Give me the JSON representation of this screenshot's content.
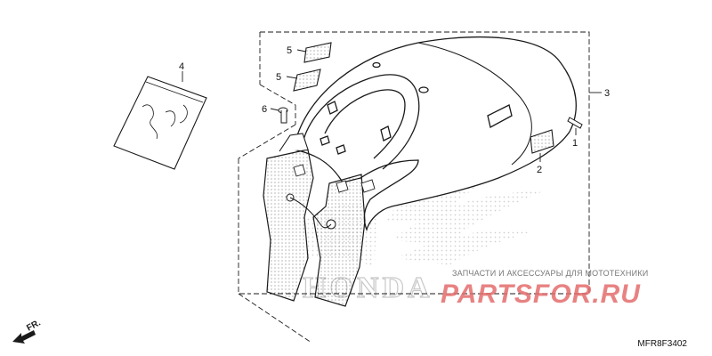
{
  "callouts": {
    "c1": "1",
    "c2": "2",
    "c3": "3",
    "c4": "4",
    "c5a": "5",
    "c5b": "5",
    "c6": "6"
  },
  "direction_label": "FR.",
  "diagram_code": "MFR8F3402",
  "watermark": {
    "caption": "ЗАПЧАСТИ И АКСЕССУАРЫ ДЛЯ МОТОТЕХНИКИ",
    "logo_text": "PARTSFOR.RU",
    "brand_text": "HONDA"
  },
  "colors": {
    "line": "#1a1a1a",
    "watermark_red": "#e46d6d",
    "watermark_gray": "#bdbdbd"
  }
}
